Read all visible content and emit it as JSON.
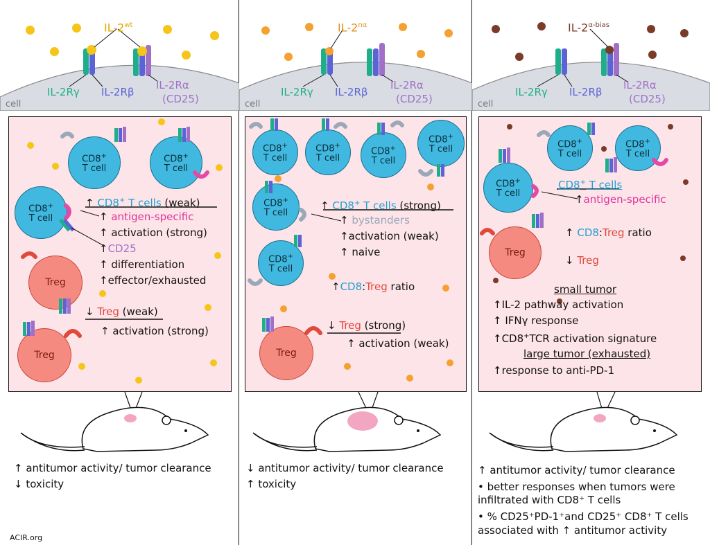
{
  "colors": {
    "wt_dot": "#f5c518",
    "na_dot": "#f5a030",
    "abias_dot": "#7a3b28",
    "cd8": "#41b8df",
    "treg": "#f58b80",
    "panel_bg": "#fde4e8",
    "gamma": "#1fae8a",
    "beta": "#5b63d6",
    "alpha": "#a070c8",
    "pink_text": "#e0349a",
    "blue_text": "#22a0d0",
    "grey_text": "#9aa8b8",
    "treg_text": "#e0463a",
    "membrane": "#d9dde3"
  },
  "receptor_labels": {
    "gamma": "IL-2Rγ",
    "beta": "IL-2Rβ",
    "alpha": "IL-2Rα",
    "alpha_sub": "(CD25)",
    "cell": "cell"
  },
  "cell_labels": {
    "cd8_line1": "CD8",
    "cd8_sup": "+",
    "cd8_line2": "T cell",
    "treg": "Treg"
  },
  "columns": [
    {
      "ligand": "IL-2",
      "ligand_sup": "wt",
      "outcome": [
        "↑ antitumor activity/ tumor clearance",
        "↓ toxicity"
      ],
      "notes": {
        "l1a": "↑",
        "l1b": "CD8",
        "l1c": "+",
        "l1d": " T cells",
        "l1e": " (weak)",
        "l2a": "↑",
        "l2b": "antigen-specific",
        "l3": "↑ activation (strong)",
        "l4a": "↑",
        "l4b": "CD25",
        "l5": "↑ differentiation",
        "l6": "↑effector/exhausted",
        "l7a": "↓ ",
        "l7b": "Treg",
        "l7c": " (weak)",
        "l8": "↑ activation (strong)"
      }
    },
    {
      "ligand": "IL-2",
      "ligand_sup": "nα",
      "outcome": [
        "↓ antitumor activity/ tumor clearance",
        "↑ toxicity"
      ],
      "notes": {
        "l1a": "↑",
        "l1b": "CD8",
        "l1c": "+",
        "l1d": " T cells",
        "l1e": " (strong)",
        "l2a": "↑",
        "l2b": "bystanders",
        "l3": "↑activation (weak)",
        "l4": "↑ naive",
        "l5a": "↑",
        "l5b": "CD8",
        "l5c": ":",
        "l5d": "Treg",
        "l5e": " ratio",
        "l6a": "↓ ",
        "l6b": "Treg",
        "l6c": " (strong)",
        "l7": "↑ activation (weak)"
      }
    },
    {
      "ligand": "IL-2",
      "ligand_sup": "α-bias",
      "outcome": [
        "↑ antitumor activity/ tumor clearance",
        "• better responses when tumors were",
        "  infiltrated with CD8⁺ T cells",
        "• % CD25⁺PD-1⁺and CD25⁺ CD8⁺ T cells",
        "  associated with ↑ antitumor activity"
      ],
      "notes": {
        "l1a": "CD8",
        "l1b": "+",
        "l1c": " T cells",
        "l2a": "↑",
        "l2b": "antigen-specific",
        "l3a": "↑ ",
        "l3b": "CD8",
        "l3c": ":",
        "l3d": "Treg",
        "l3e": " ratio",
        "l4a": "↓ ",
        "l4b": "Treg",
        "l5": "small tumor",
        "l6": "↑IL-2 pathway activation",
        "l7": "↑ IFNγ response",
        "l8a": "↑CD8",
        "l8b": "+",
        "l8c": "TCR activation signature",
        "l9": "large tumor (exhausted)",
        "l10": "↑response to anti-PD-1"
      }
    }
  ],
  "footer": "ACIR.org"
}
